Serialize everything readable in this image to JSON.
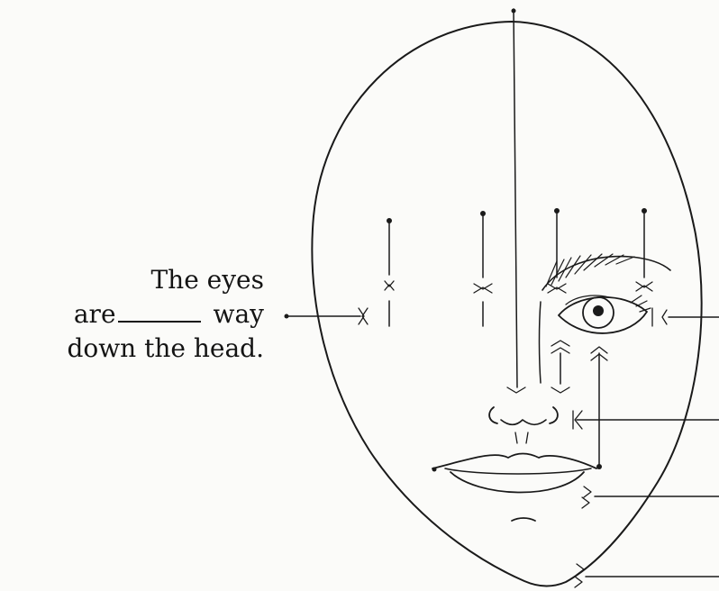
{
  "question": {
    "line1": "The eyes",
    "line2_before": "are",
    "line2_after": "way",
    "line3": "down the head."
  }
}
